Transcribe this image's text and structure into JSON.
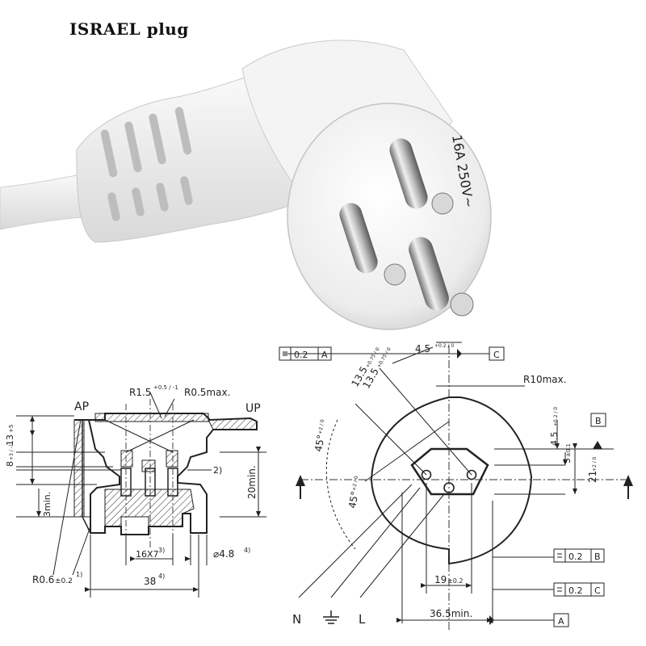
{
  "title": "ISRAEL plug",
  "photo": {
    "housing_marking": "16A 250V~"
  },
  "left_drawing": {
    "labels": {
      "ap": "AP",
      "up": "UP",
      "r15": "R1.5",
      "r15_tol": "+0.5 / -1",
      "r05": "R0.5max.",
      "d13": "13",
      "d13_tol": "+5",
      "d8": "8",
      "d8_tol": "+3 / -1",
      "d3": "3min.",
      "d20": "20min.",
      "note2": "2)",
      "d16": "16X7",
      "d16_note": "3)",
      "d48": "⌀4.8",
      "d48_note": "4)",
      "r06": "R0.6",
      "r06_tol": "±0.2",
      "r06_note": "1)",
      "d38": "38",
      "d38_note": "4)"
    }
  },
  "right_drawing": {
    "labels": {
      "tol1": "0.2",
      "tol1_ref": "A",
      "d45_top": "4.5",
      "d45_top_tol": "+0.2 / 0",
      "ref_c": "C",
      "d135a": "13.5",
      "d135a_tol": "+0.75 / 0",
      "d135b": "13.5",
      "d135b_tol": "+0.75 / 0",
      "r10": "R10max.",
      "ref_b": "B",
      "d45_right": "4.5",
      "d45_right_tol": "+0.2 / 0",
      "d5": "5",
      "d5_tol": "±0.1",
      "d21": "21",
      "d21_tol": "+2 / 0",
      "a45a": "45°",
      "a45a_tol": "+2 / 0",
      "a45b": "45°",
      "a45b_tol": "+2 / 0",
      "tol2": "0.2",
      "tol2_ref": "B",
      "d19": "19",
      "d19_tol": "±0.2",
      "tol3": "0.2",
      "tol3_ref": "C",
      "d365": "36.5min.",
      "ref_a": "A",
      "pin_n": "N",
      "pin_l": "L"
    }
  }
}
